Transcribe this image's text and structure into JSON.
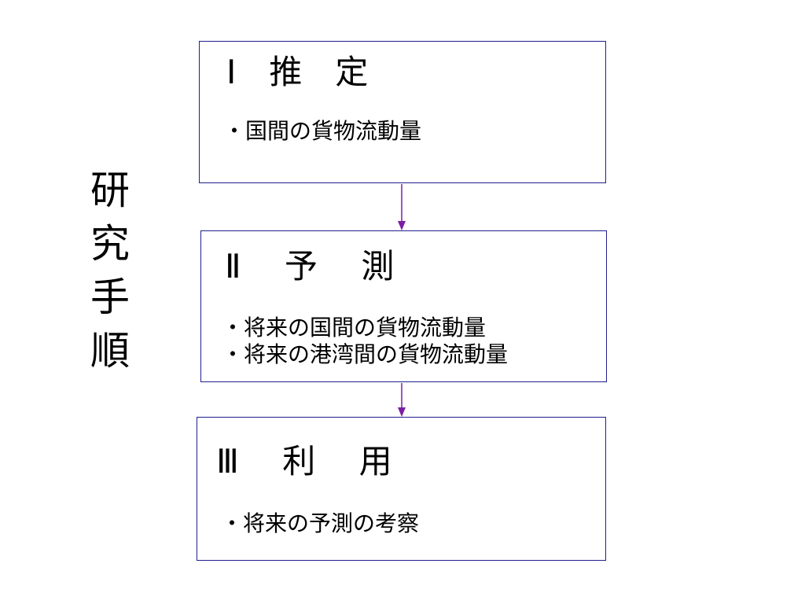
{
  "side_title": [
    "研",
    "究",
    "手",
    "順"
  ],
  "steps": [
    {
      "heading": "Ⅰ　推　定",
      "items": [
        "・国間の貨物流動量"
      ]
    },
    {
      "heading": "Ⅱ　 予　 測",
      "items": [
        "・将来の国間の貨物流動量",
        "・将来の港湾間の貨物流動量"
      ]
    },
    {
      "heading": "Ⅲ　 利　 用",
      "items": [
        "・将来の予測の考察"
      ]
    }
  ],
  "colors": {
    "box_border": "#1f1f8f",
    "arrow": "#7b1fa2",
    "text": "#000000"
  }
}
